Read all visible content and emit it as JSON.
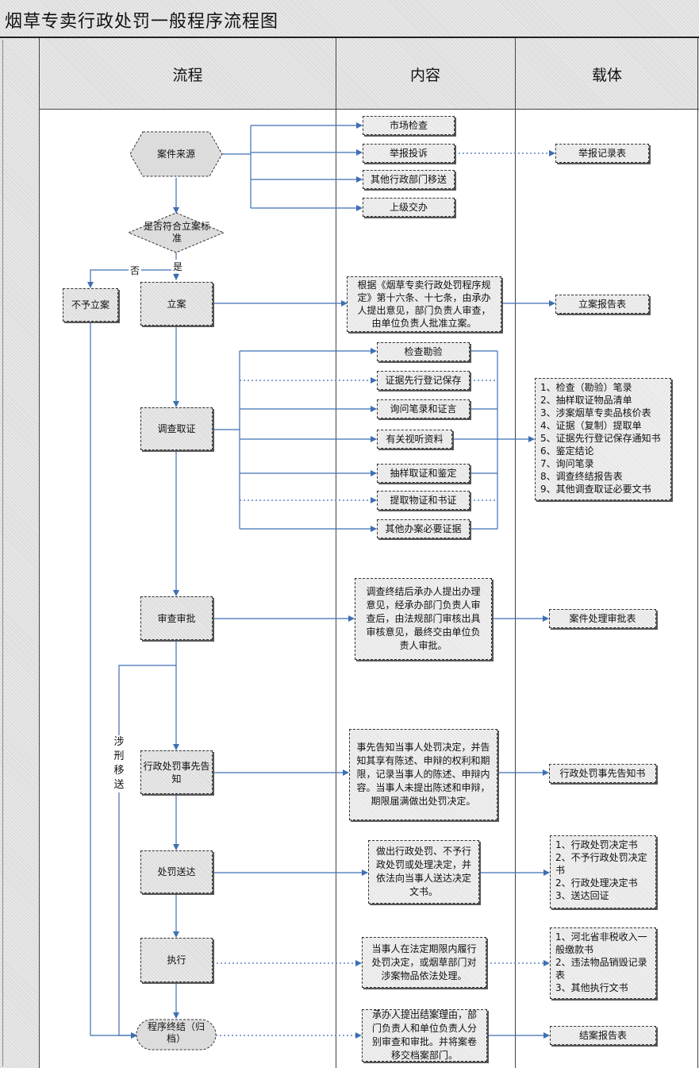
{
  "title": "烟草专卖行政处罚一般程序流程图",
  "headers": {
    "process": "流程",
    "content": "内容",
    "carrier": "载体"
  },
  "process": {
    "source": "案件来源",
    "decision": "是否符合立案标准",
    "no_label": "否",
    "yes_label": "是",
    "reject": "不予立案",
    "file": "立案",
    "investigate": "调查取证",
    "review": "审查审批",
    "notify": "行政处罚事先告知",
    "deliver": "处罚送达",
    "execute": "执行",
    "close": "程序终结（归档）",
    "transfer": "涉刑移送"
  },
  "content": {
    "sources": [
      "市场检查",
      "举报投诉",
      "其他行政部门移送",
      "上级交办"
    ],
    "file_text": "根据《烟草专卖行政处罚程序规定》第十六条、十七条，由承办人提出意见，部门负责人审查，由单位负责人批准立案。",
    "evidence": [
      "检查勘验",
      "证据先行登记保存",
      "询问笔录和证言",
      "有关视听资料",
      "抽样取证和鉴定",
      "提取物证和书证",
      "其他办案必要证据"
    ],
    "review_text": "调查终结后承办人提出办理意见，经承办部门负责人审查后，由法规部门审核出具审核意见，最终交由单位负责人审批。",
    "notify_text": "事先告知当事人处罚决定，并告知其享有陈述、申辩的权利和期限，记录当事人的陈述、申辩内容。当事人未提出陈述和申辩，期限届满做出处罚决定。",
    "deliver_text": "做出行政处罚、不予行政处罚或处理决定，并依法向当事人送达决定文书。",
    "execute_text": "当事人在法定期限内履行处罚决定，或烟草部门对涉案物品依法处理。",
    "close_text": "承办人提出结案理由，部门负责人和单位负责人分别审查和审批。并将案卷移交档案部门。"
  },
  "carrier": {
    "report_record": "举报记录表",
    "file_report": "立案报告表",
    "evidence_docs": [
      "1、检查（勘验）笔录",
      "2、抽样取证物品清单",
      "3、涉案烟草专卖品核价表",
      "4、证据（复制）提取单",
      "5、证据先行登记保存通知书",
      "6、鉴定结论",
      "7、询问笔录",
      "8、调查终结报告表",
      "9、其他调查取证必要文书"
    ],
    "review_form": "案件处理审批表",
    "notify_doc": "行政处罚事先告知书",
    "deliver_docs": [
      "1、行政处罚决定书",
      "2、不予行政处罚决定",
      "书",
      "2、行政处理决定书",
      "3、送达回证"
    ],
    "execute_docs": [
      "1、河北省非税收入一",
      "般缴款书",
      "2、违法物品销毁记录",
      "表",
      "3、其他执行文书"
    ],
    "close_report": "结案报告表"
  }
}
